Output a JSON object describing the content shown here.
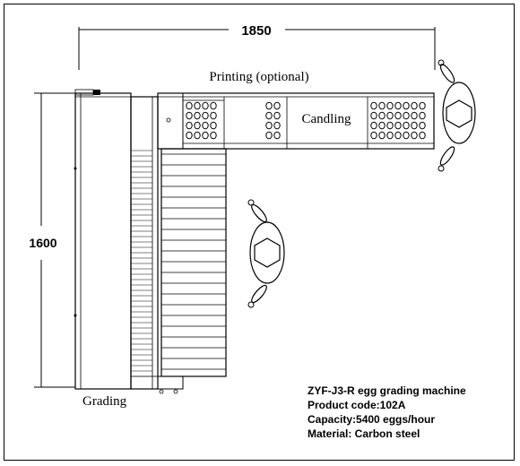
{
  "dimensions": {
    "width_label": "1850",
    "height_label": "1600"
  },
  "labels": {
    "printing": "Printing (optional)",
    "candling": "Candling",
    "grading": "Grading"
  },
  "specs": {
    "model": "ZYF-J3-R egg grading machine",
    "product_code": "Product code:102A",
    "capacity": "Capacity:5400 eggs/hour",
    "material": "Material:  Carbon steel"
  },
  "colors": {
    "line": "#000000",
    "background": "#ffffff"
  }
}
